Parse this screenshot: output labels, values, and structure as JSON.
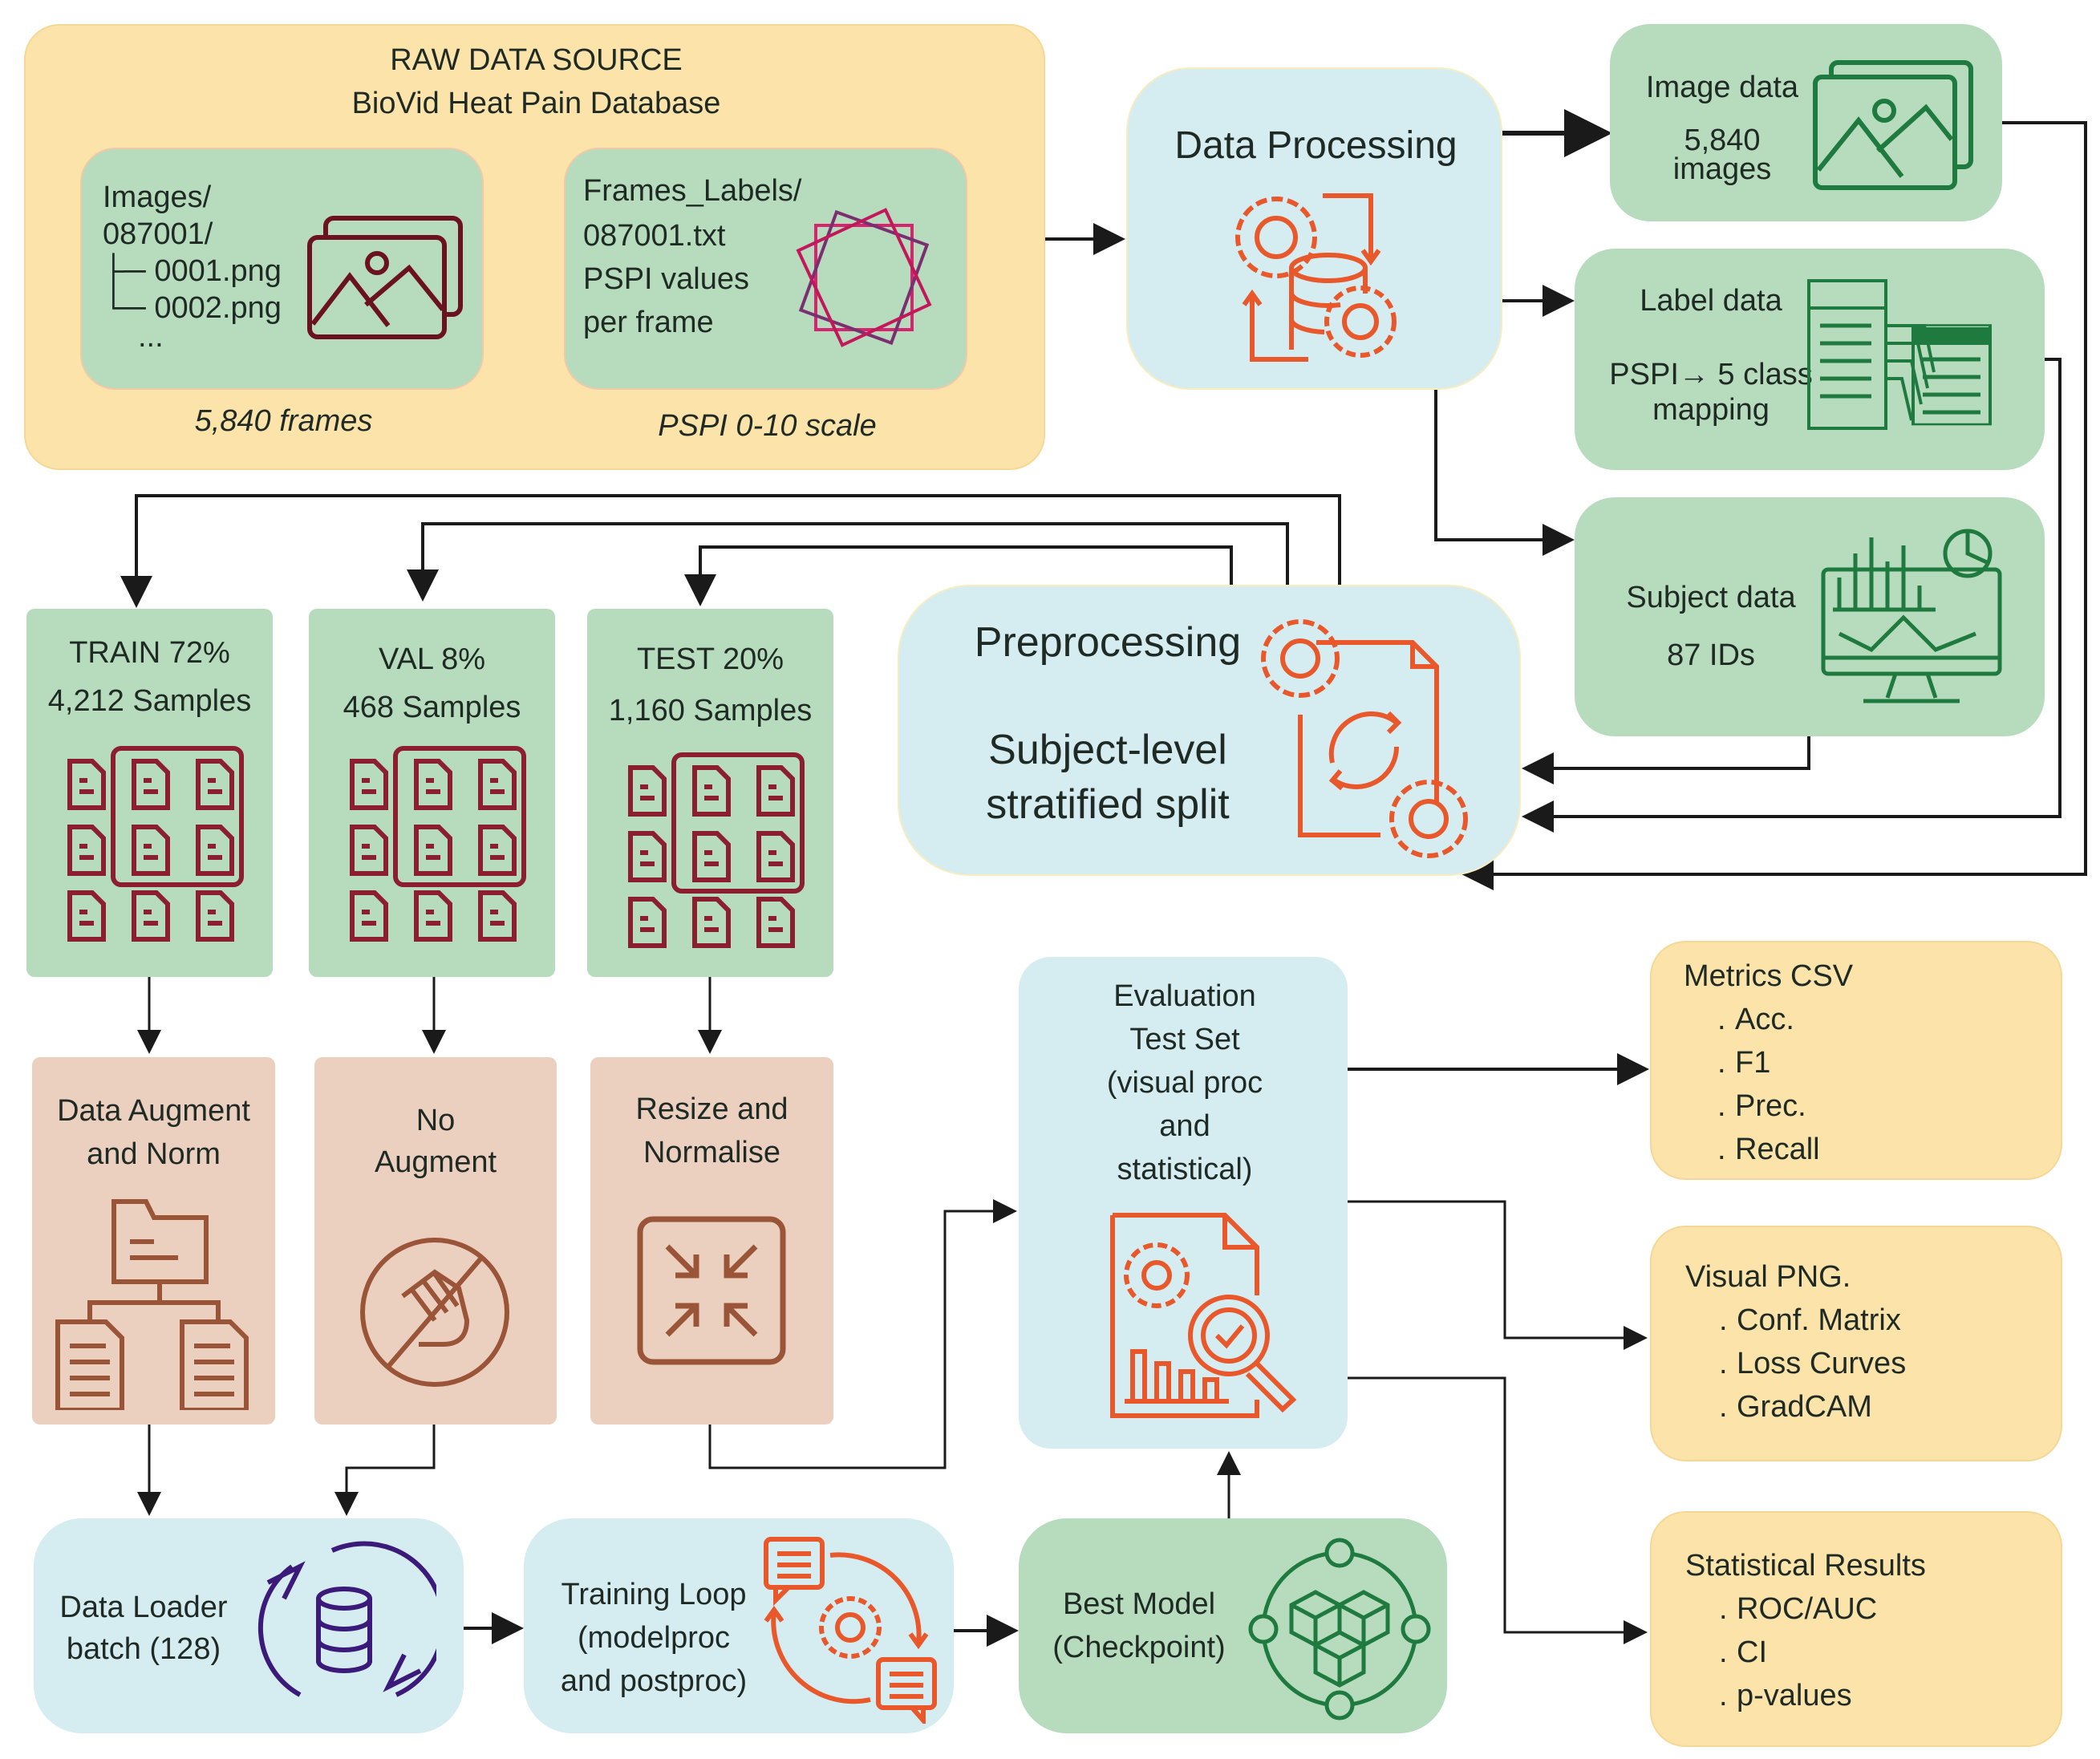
{
  "raw_source": {
    "title": "RAW DATA SOURCE",
    "subtitle": "BioVid Heat Pain Database",
    "images_panel": {
      "lines": [
        "Images/",
        "087001/",
        "├─ 0001.png",
        "└─ 0002.png",
        "..."
      ],
      "caption": "5,840 frames",
      "icon": "image-stack-icon"
    },
    "labels_panel": {
      "lines": [
        "Frames_Labels/",
        "087001.txt",
        "PSPI values",
        "per frame"
      ],
      "caption": "PSPI 0-10 scale",
      "icon": "rotated-squares-icon"
    }
  },
  "data_processing": {
    "title": "Data Processing",
    "icon": "gears-database-icon"
  },
  "image_data": {
    "title": "Image data",
    "count": "5,840",
    "unit": "images",
    "icon": "image-stack-icon"
  },
  "label_data": {
    "title": "Label data",
    "line1": "PSPI→ 5 class",
    "line2": "mapping",
    "icon": "table-mapping-icon"
  },
  "subject_data": {
    "title": "Subject data",
    "count": "87 IDs",
    "icon": "monitor-analytics-icon"
  },
  "preprocessing": {
    "title": "Preprocessing",
    "line1": "Subject-level",
    "line2": "stratified split",
    "icon": "document-gears-icon"
  },
  "splits": [
    {
      "name": "TRAIN 72%",
      "samples": "4,212 Samples",
      "icon": "file-grid-icon"
    },
    {
      "name": "VAL 8%",
      "samples": "468 Samples",
      "icon": "file-grid-icon"
    },
    {
      "name": "TEST 20%",
      "samples": "1,160 Samples",
      "icon": "file-grid-icon"
    }
  ],
  "transforms": [
    {
      "line1": "Data Augment",
      "line2": "and Norm",
      "icon": "folder-hierarchy-icon"
    },
    {
      "line1": "No",
      "line2": "Augment",
      "icon": "no-hand-icon"
    },
    {
      "line1": "Resize and",
      "line2": "Normalise",
      "icon": "shrink-arrows-icon"
    }
  ],
  "data_loader": {
    "line1": "Data Loader",
    "line2": "batch (128)",
    "icon": "database-sync-icon"
  },
  "training_loop": {
    "line1": "Training Loop",
    "line2": "(modelproc",
    "line3": "and postproc)",
    "icon": "chat-gear-cycle-icon"
  },
  "best_model": {
    "line1": "Best Model",
    "line2": "(Checkpoint)",
    "icon": "cubes-network-icon"
  },
  "evaluation": {
    "lines": [
      "Evaluation",
      "Test Set",
      "(visual proc",
      "and",
      "statistical)"
    ],
    "icon": "report-magnifier-icon"
  },
  "outputs": [
    {
      "title": "Metrics CSV",
      "items": [
        "Acc.",
        "F1",
        "Prec.",
        "Recall"
      ]
    },
    {
      "title": "Visual PNG.",
      "items": [
        "Conf. Matrix",
        "Loss Curves",
        "GradCAM"
      ]
    },
    {
      "title": "Statistical Results",
      "items": [
        "ROC/AUC",
        "CI",
        "p-values"
      ]
    }
  ],
  "bullet": ".",
  "colors": {
    "yellow_box": "#fbe3a9",
    "green_box": "#b7dbbd",
    "blue_box": "#d5ecf1",
    "tan_box": "#ebcfbf",
    "icon_orange": "#e8582a",
    "icon_green": "#1e7a3e",
    "icon_maroon": "#8b1f2f",
    "icon_brown": "#9a5438",
    "icon_purple": "#3b1a7a",
    "icon_pink": "#d6246e",
    "connector": "#1a1a1a"
  }
}
